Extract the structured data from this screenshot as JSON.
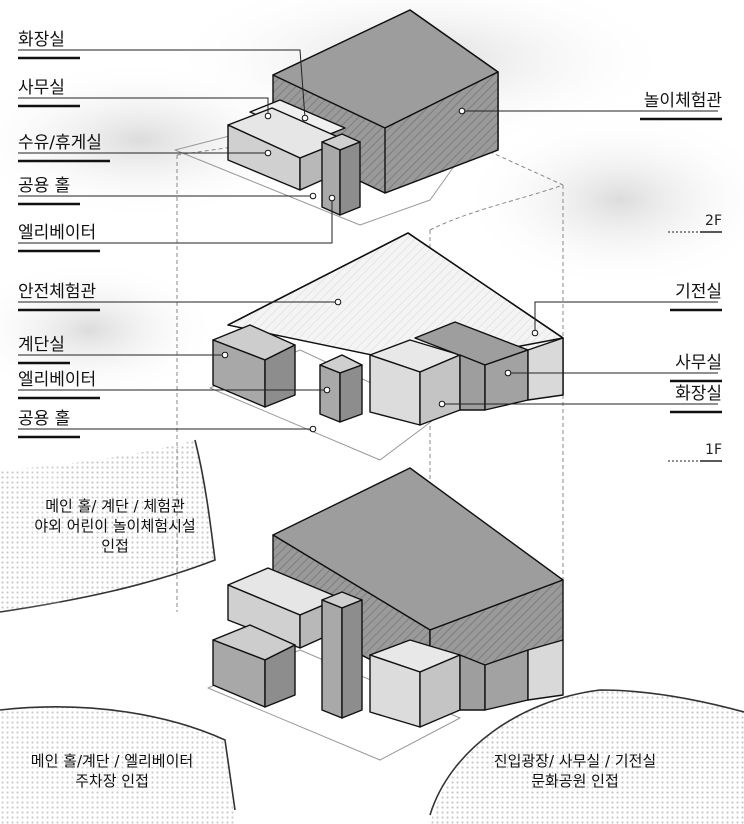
{
  "floors": {
    "second": "2F",
    "first": "1F"
  },
  "left_labels": [
    "화장실",
    "사무실",
    "수유/휴게실",
    "공용 홀",
    "엘리베이터",
    "안전체험관",
    "계단실",
    "엘리베이터",
    "공용 홀"
  ],
  "right_labels": [
    "놀이체험관",
    "기전실",
    "사무실",
    "화장실"
  ],
  "surroundings": {
    "left_upper": [
      "메인 홀/ 계단 / 체험관",
      "야외 어린이 놀이체험시설",
      "인접"
    ],
    "left_lower": [
      "메인 홀/계단 / 엘리베이터",
      "주차장 인접"
    ],
    "right_lower": [
      "진입광장/ 사무실 / 기전실",
      "문화공원 인접"
    ]
  },
  "colors": {
    "dark": "#8c8c8c",
    "mid": "#a4a4a4",
    "light": "#d6d6d6",
    "pale": "#eaeaea"
  }
}
